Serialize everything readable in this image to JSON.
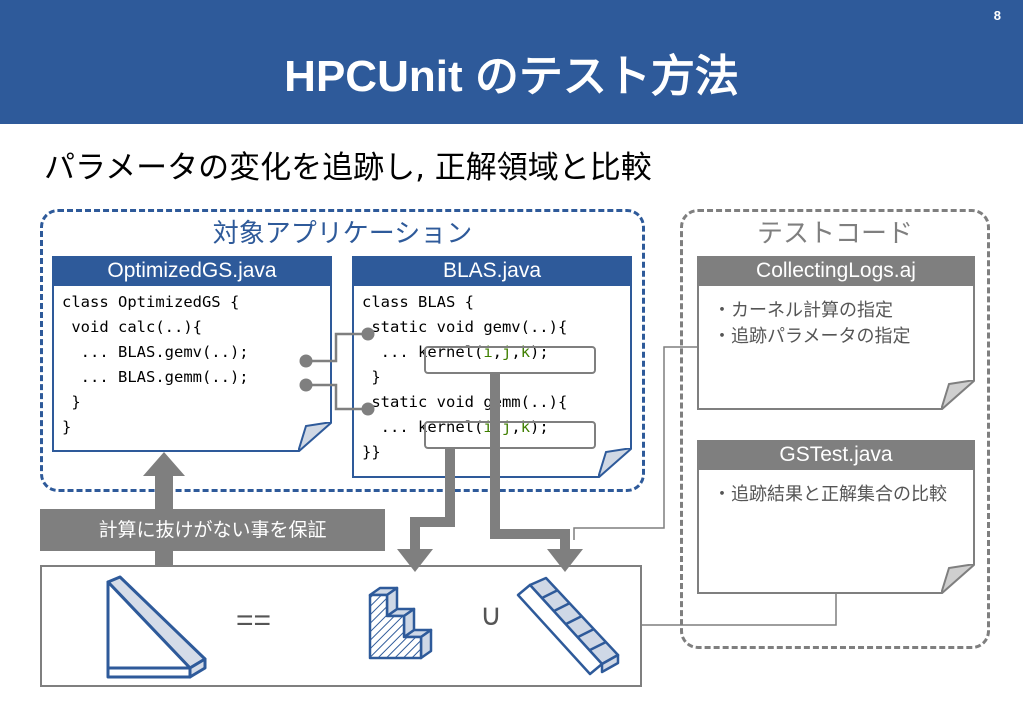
{
  "slide": {
    "page_number": "8",
    "title": "HPCUnit のテスト方法",
    "subtitle": "パラメータの変化を追跡し, 正解領域と比較"
  },
  "groups": {
    "application_label": "対象アプリケーション",
    "test_label": "テストコード"
  },
  "files": {
    "optimized": {
      "name": "OptimizedGS.java",
      "lines": [
        "class OptimizedGS {",
        " void calc(..){",
        "  ... BLAS.gemv(..);",
        "  ... BLAS.gemm(..);",
        " }",
        "}"
      ]
    },
    "blas": {
      "name": "BLAS.java",
      "lines": [
        "class BLAS {",
        " static void gemv(..){",
        "  ... ",
        " }",
        " static void gemm(..){",
        "  ... ",
        "}}"
      ],
      "kernel_call": {
        "prefix": "kernel(",
        "i": "i",
        "sep1": ",",
        "j": "j",
        "sep2": ",",
        "k": "k",
        "suffix": ");"
      }
    },
    "collecting_logs": {
      "name": "CollectingLogs.aj",
      "notes": [
        "・カーネル計算の指定",
        "・追跡パラメータの指定"
      ]
    },
    "gstest": {
      "name": "GSTest.java",
      "notes": [
        "・追跡結果と正解集合の比較"
      ]
    }
  },
  "guarantee_label": "計算に抜けがない事を保証",
  "comparison": {
    "equals": "==",
    "union": "∪"
  },
  "colors": {
    "brand_blue": "#2e5a9a",
    "gray": "#7f7f7f",
    "kernel_param_green": "#3f7f00"
  }
}
